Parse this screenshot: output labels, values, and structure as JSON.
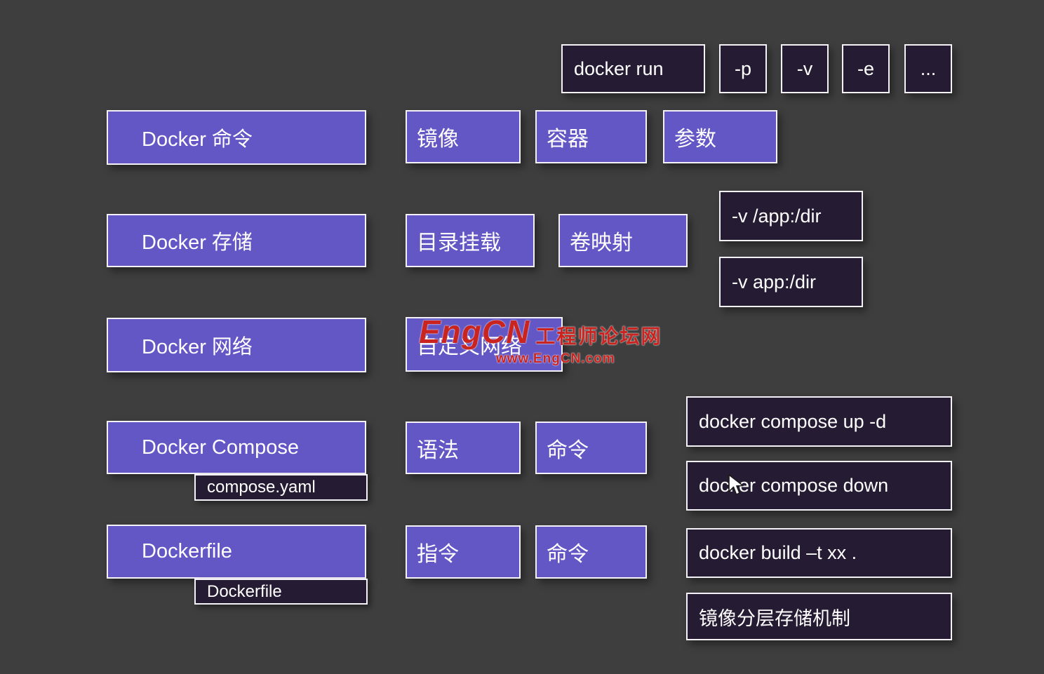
{
  "colors": {
    "background": "#3e3e3e",
    "purple_box": "#6356c5",
    "dark_box": "#251b33",
    "border": "#f4f2f7",
    "watermark_red": "#c9241f"
  },
  "top_flags": {
    "docker_run": "docker run",
    "p": "-p",
    "v": "-v",
    "e": "-e",
    "ellipsis": "..."
  },
  "commands": {
    "label": "Docker 命令",
    "children": {
      "image": "镜像",
      "container": "容器",
      "params": "参数"
    }
  },
  "storage": {
    "label": "Docker 存储",
    "children": {
      "dir_mount": "目录挂载",
      "volume_map": "卷映射"
    },
    "examples": {
      "abs": "-v /app:/dir",
      "named": "-v app:/dir"
    }
  },
  "network": {
    "label": "Docker 网络",
    "children": {
      "custom": "自定义网络"
    }
  },
  "compose": {
    "label": "Docker Compose",
    "file": "compose.yaml",
    "children": {
      "syntax": "语法",
      "command": "命令"
    },
    "examples": {
      "up": "docker compose up -d",
      "down": "docker compose down"
    }
  },
  "dockerfile": {
    "label": "Dockerfile",
    "file": "Dockerfile",
    "children": {
      "instruction": "指令",
      "command": "命令"
    },
    "examples": {
      "build": "docker build –t xx .",
      "layers": "镜像分层存储机制"
    }
  },
  "watermark": {
    "brand": "EngCN",
    "title": "工程师论坛网",
    "url": "www.EngCN.com"
  }
}
